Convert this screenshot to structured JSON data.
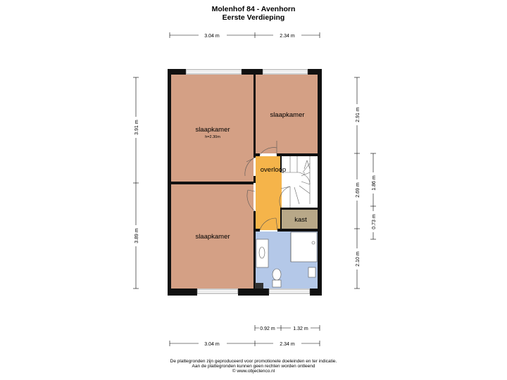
{
  "header": {
    "title": "Molenhof 84 - Avenhorn",
    "subtitle": "Eerste Verdieping"
  },
  "rooms": {
    "bedroom_top_left": {
      "label": "slaapkamer",
      "height_note": "h=2.30m"
    },
    "bedroom_top_right": {
      "label": "slaapkamer"
    },
    "bedroom_bottom_left": {
      "label": "slaapkamer"
    },
    "landing": {
      "label": "overloop"
    },
    "closet": {
      "label": "kast"
    }
  },
  "dimensions": {
    "top_left": "3.04 m",
    "top_right": "2.34 m",
    "bottom_left": "3.04 m",
    "bottom_right": "2.34 m",
    "bottom_small_left": "0.92 m",
    "bottom_small_right": "1.32 m",
    "left_upper": "3.91 m",
    "left_lower": "3.89 m",
    "right_upper": "2.91 m",
    "right_middle": "2.69 m",
    "right_lower": "2.10 m",
    "far_right_upper": "1.86 m",
    "far_right_lower": "0.73 m"
  },
  "footer": {
    "line1": "De plattegronden zijn geproduceerd voor promotionele doeleinden en ter indicatie.",
    "line2": "Aan de plattegronden kunnen geen rechten worden ontleend",
    "line3": "© www.objectenco.nl"
  },
  "colors": {
    "bedroom": "#d4a085",
    "landing": "#f5b44a",
    "closet": "#b8a888",
    "bathroom": "#b4c8e8",
    "wall": "#111111"
  }
}
